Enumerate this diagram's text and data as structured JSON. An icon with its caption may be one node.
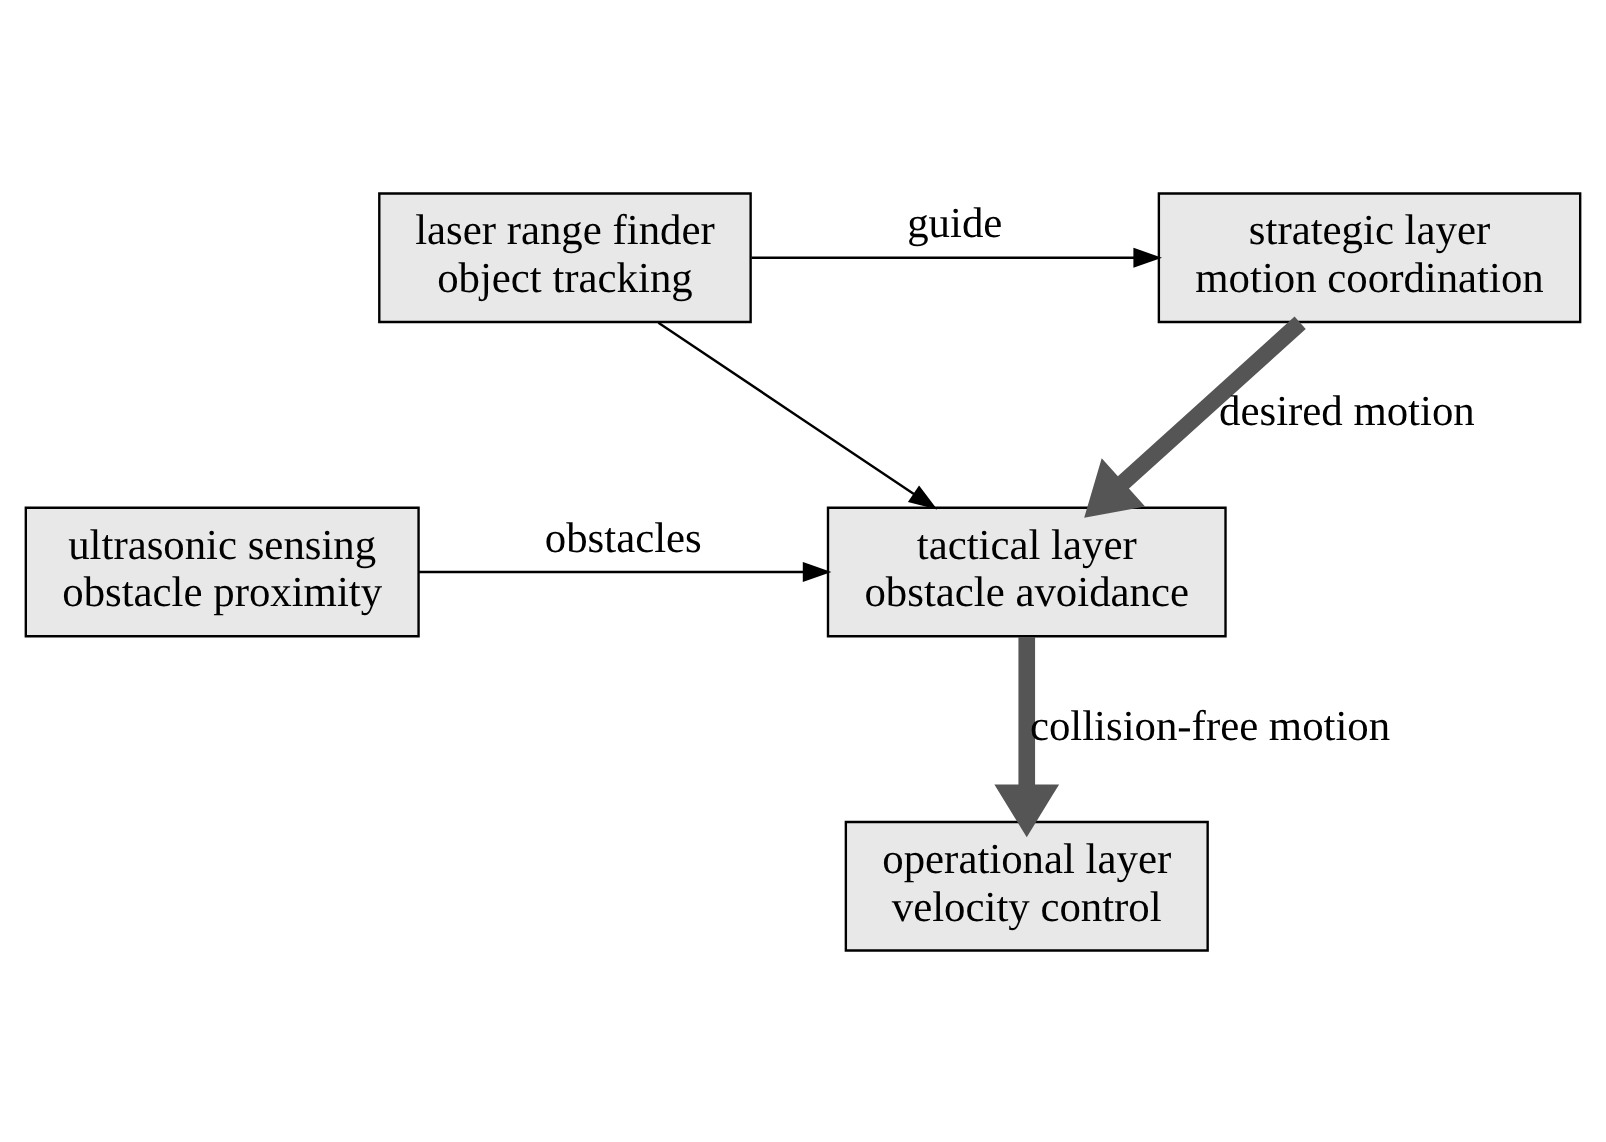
{
  "diagram": {
    "nodes": [
      {
        "text": [
          "laser range finder",
          "object tracking"
        ]
      },
      {
        "text": [
          "strategic layer",
          "motion coordination"
        ]
      },
      {
        "text": [
          "ultrasonic sensing",
          "obstacle proximity"
        ]
      },
      {
        "text": [
          "tactical layer",
          "obstacle avoidance"
        ]
      },
      {
        "text": [
          "operational layer",
          "velocity control"
        ]
      }
    ],
    "edges": [
      {
        "from": 0,
        "to": 1,
        "arrow": "to",
        "label": "guide"
      },
      {
        "from": 1,
        "to": 3,
        "arrow": "to",
        "label": "desired motion",
        "style": "thick"
      },
      {
        "from": 0,
        "to": 3,
        "arrow": "to"
      },
      {
        "from": 2,
        "to": 3,
        "arrow": "to",
        "label": "obstacles"
      },
      {
        "from": 3,
        "to": 4,
        "arrow": "to",
        "label": "collision-free motion",
        "style": "thick"
      }
    ]
  }
}
